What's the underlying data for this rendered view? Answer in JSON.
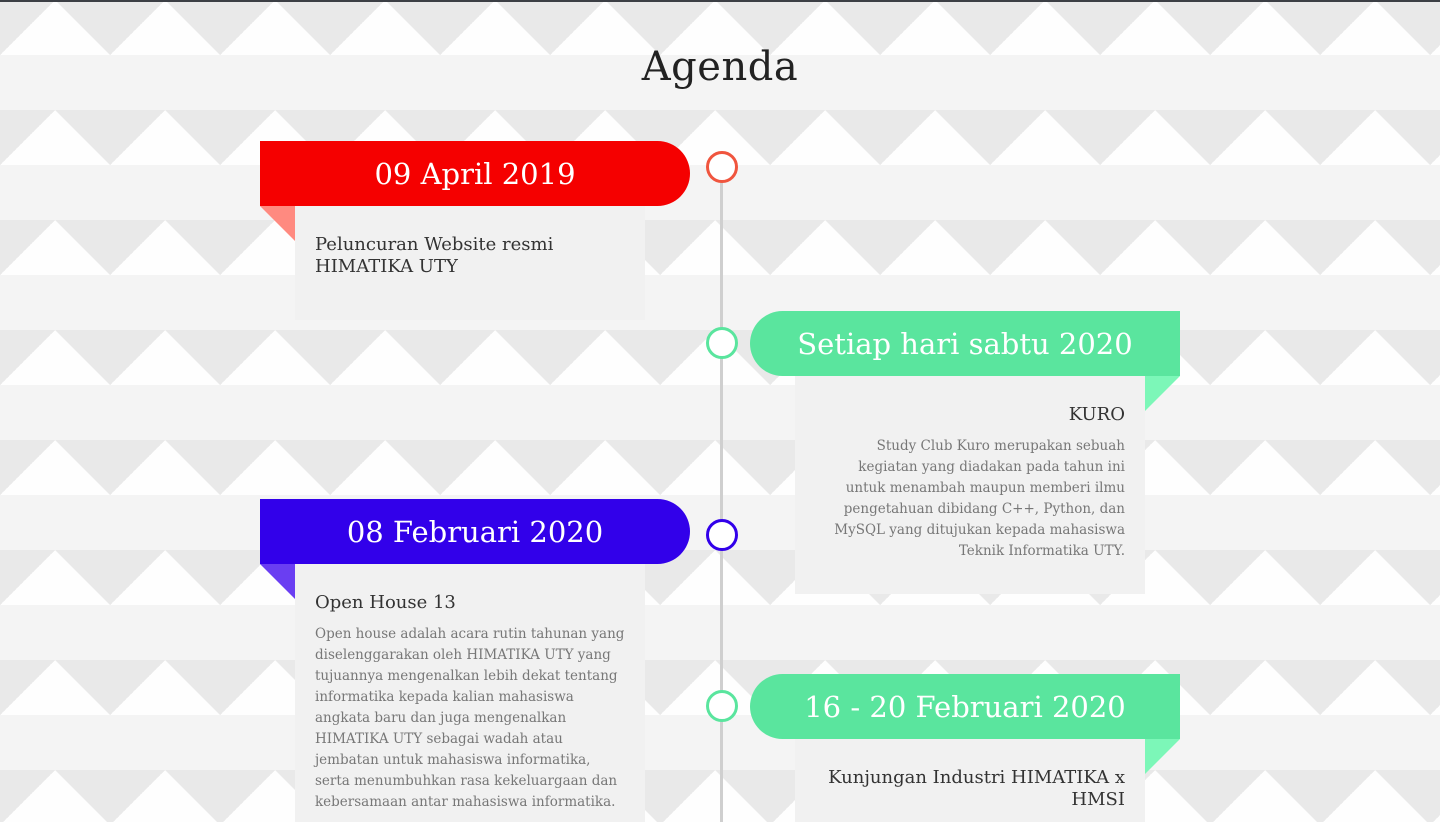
{
  "page": {
    "title": "Agenda"
  },
  "colors": {
    "red": "#f50000",
    "red_fold": "#ff8a80",
    "green": "#5ae59e",
    "green_fold": "#7cf7b8",
    "purple": "#3200ea",
    "purple_fold": "#6a3ef2",
    "dot_red": "#f0553e",
    "dot_green": "#5ae59e",
    "dot_purple": "#3200ea"
  },
  "events": [
    {
      "date": "09 April 2019",
      "title": "Peluncuran Website resmi HIMATIKA UTY",
      "description": ""
    },
    {
      "date": "Setiap hari sabtu 2020",
      "title": "KURO",
      "description": "Study Club Kuro merupakan sebuah kegiatan yang diadakan pada tahun ini untuk menambah maupun memberi ilmu pengetahuan dibidang C++, Python, dan MySQL yang ditujukan kepada mahasiswa Teknik Informatika UTY."
    },
    {
      "date": "08 Februari 2020",
      "title": "Open House 13",
      "description": "Open house adalah acara rutin tahunan yang diselenggarakan oleh HIMATIKA UTY yang tujuannya mengenalkan lebih dekat tentang informatika kepada kalian mahasiswa angkata baru dan juga mengenalkan HIMATIKA UTY sebagai wadah atau jembatan untuk mahasiswa informatika, serta menumbuhkan rasa kekeluargaan dan kebersamaan antar mahasiswa informatika."
    },
    {
      "date": "16 - 20 Februari 2020",
      "title": "Kunjungan Industri HIMATIKA x HMSI",
      "description": ""
    }
  ]
}
